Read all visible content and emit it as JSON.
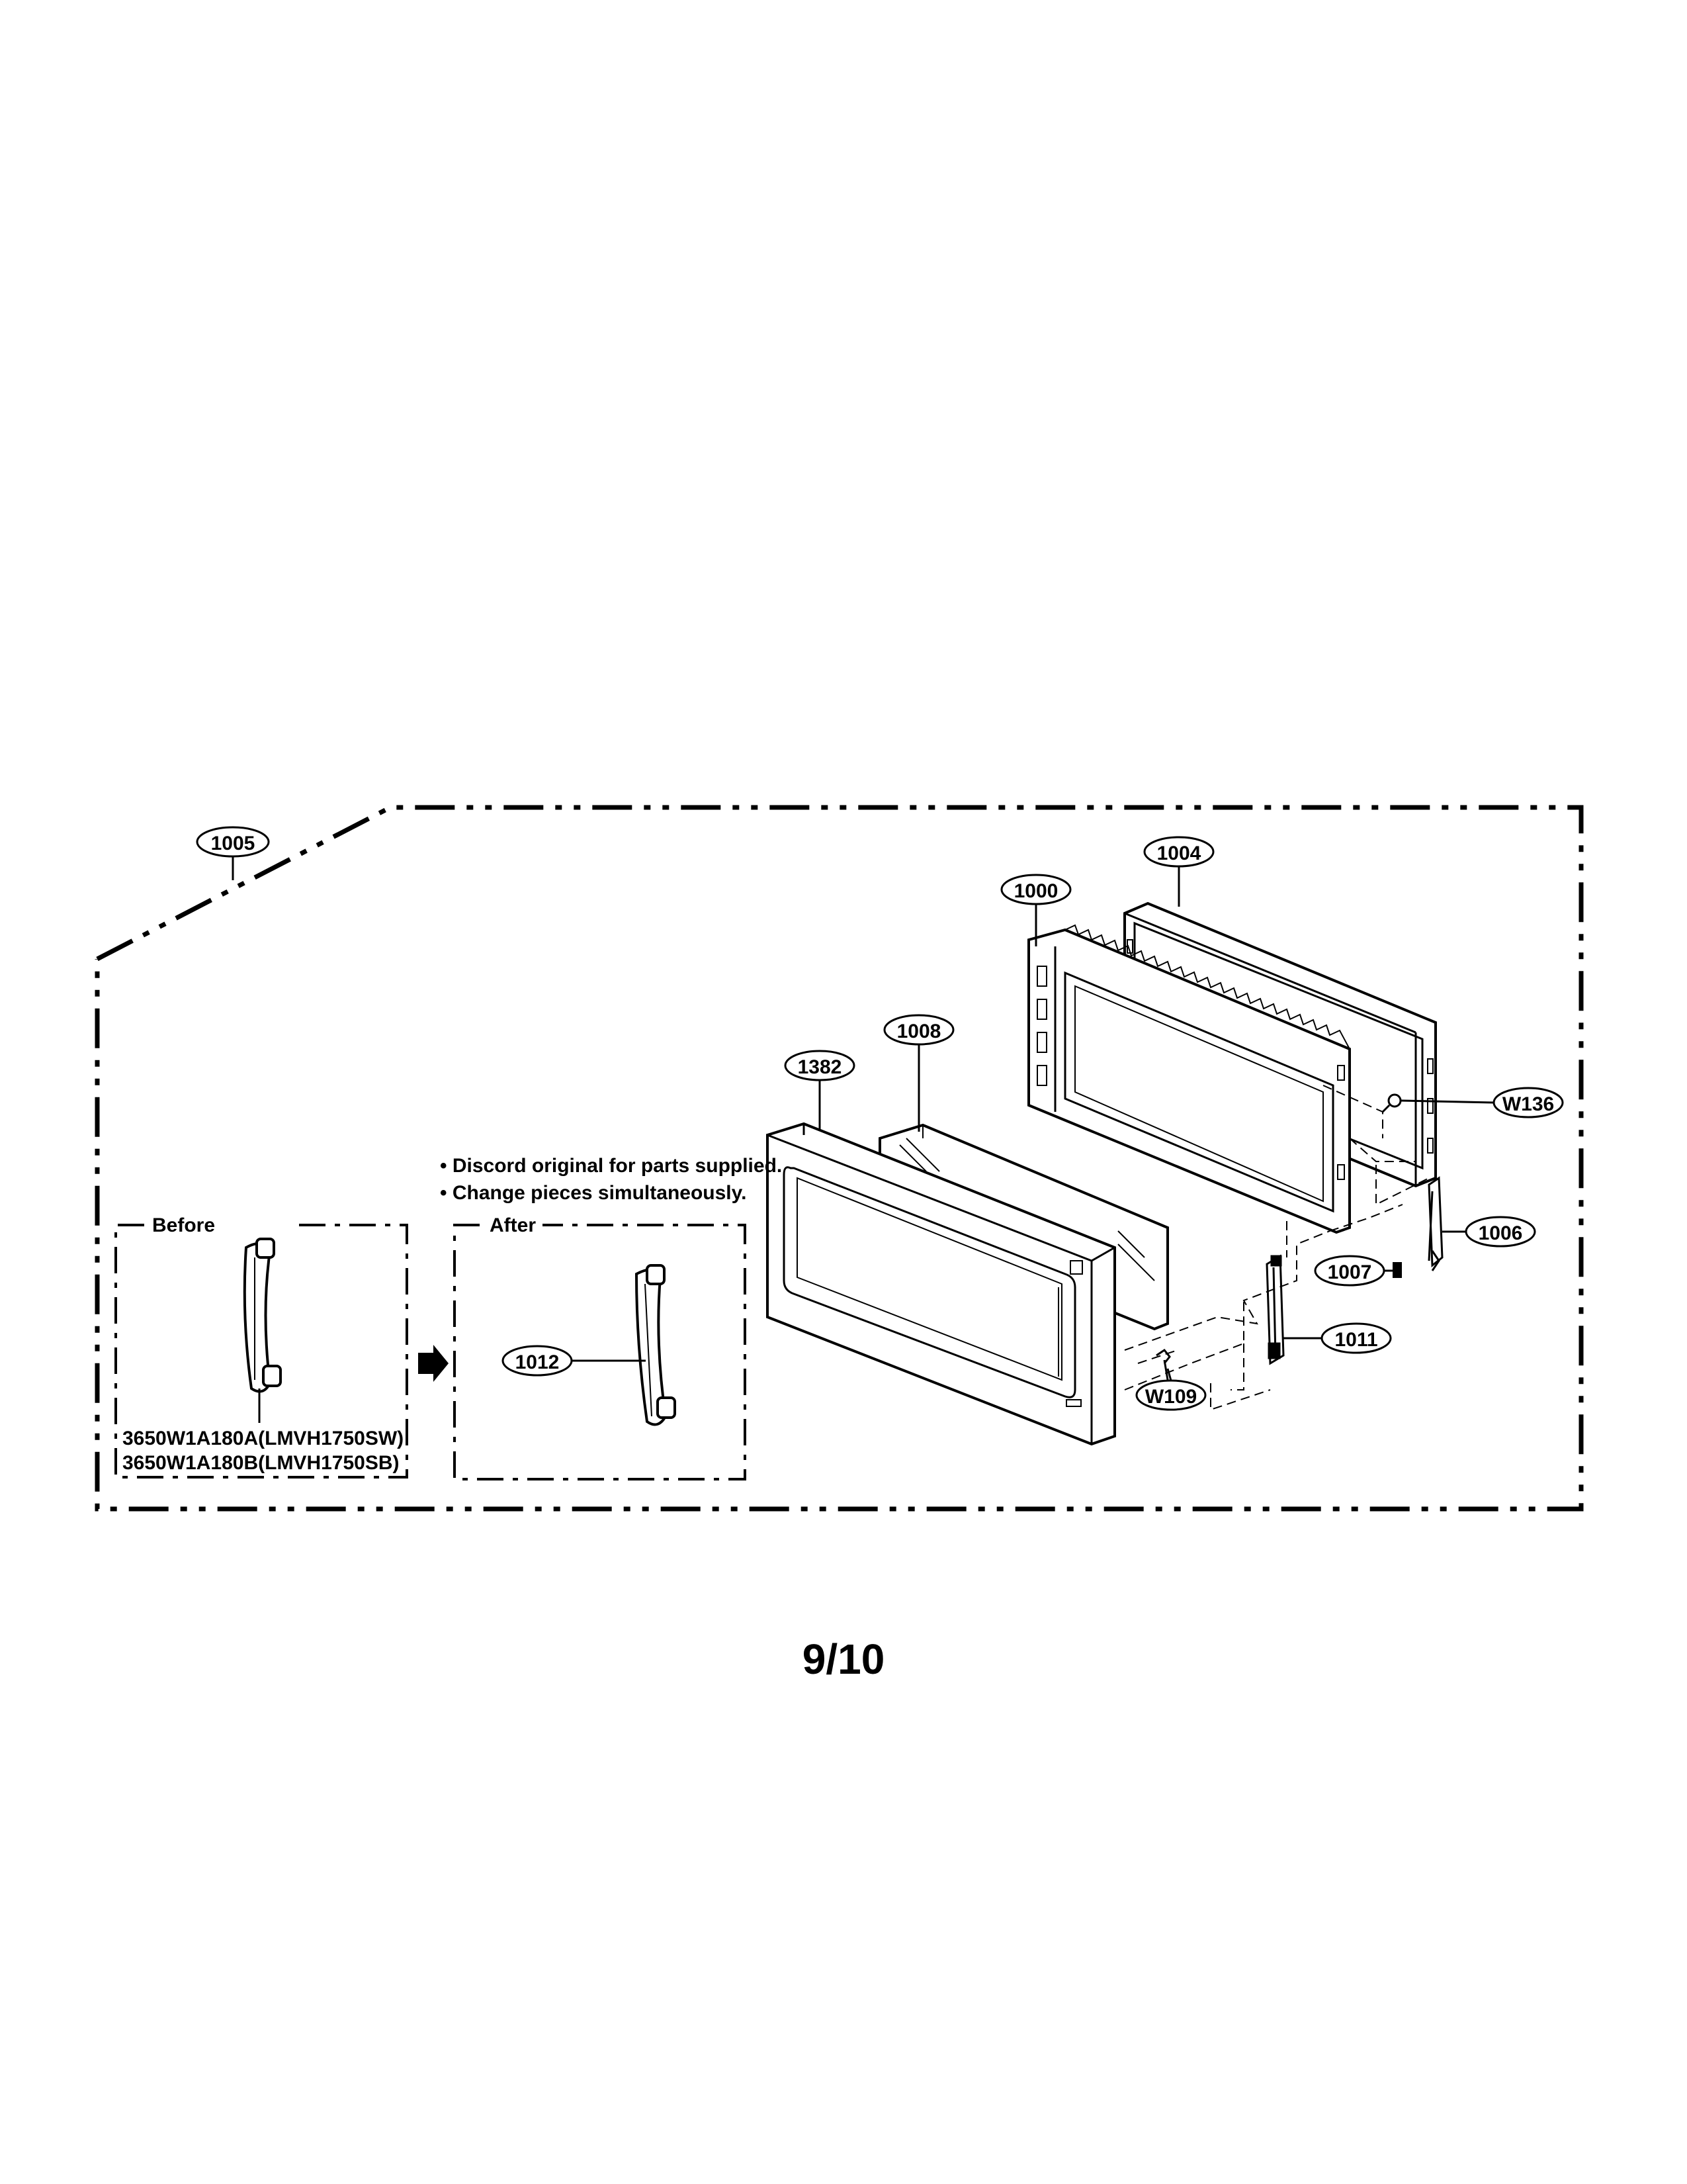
{
  "callouts": {
    "c1005": "1005",
    "c1004": "1004",
    "c1000": "1000",
    "c1008": "1008",
    "c1382": "1382",
    "cW136": "W136",
    "c1006": "1006",
    "c1007": "1007",
    "c1011": "1011",
    "cW109": "W109",
    "c1012": "1012"
  },
  "notes": {
    "line1": "• Discord original for parts supplied.",
    "line2": "• Change pieces simultaneously."
  },
  "before": {
    "title": "Before",
    "part1": "3650W1A180A(LMVH1750SW)",
    "part2": "3650W1A180B(LMVH1750SB)"
  },
  "after": {
    "title": "After"
  },
  "page_number": "9/10"
}
